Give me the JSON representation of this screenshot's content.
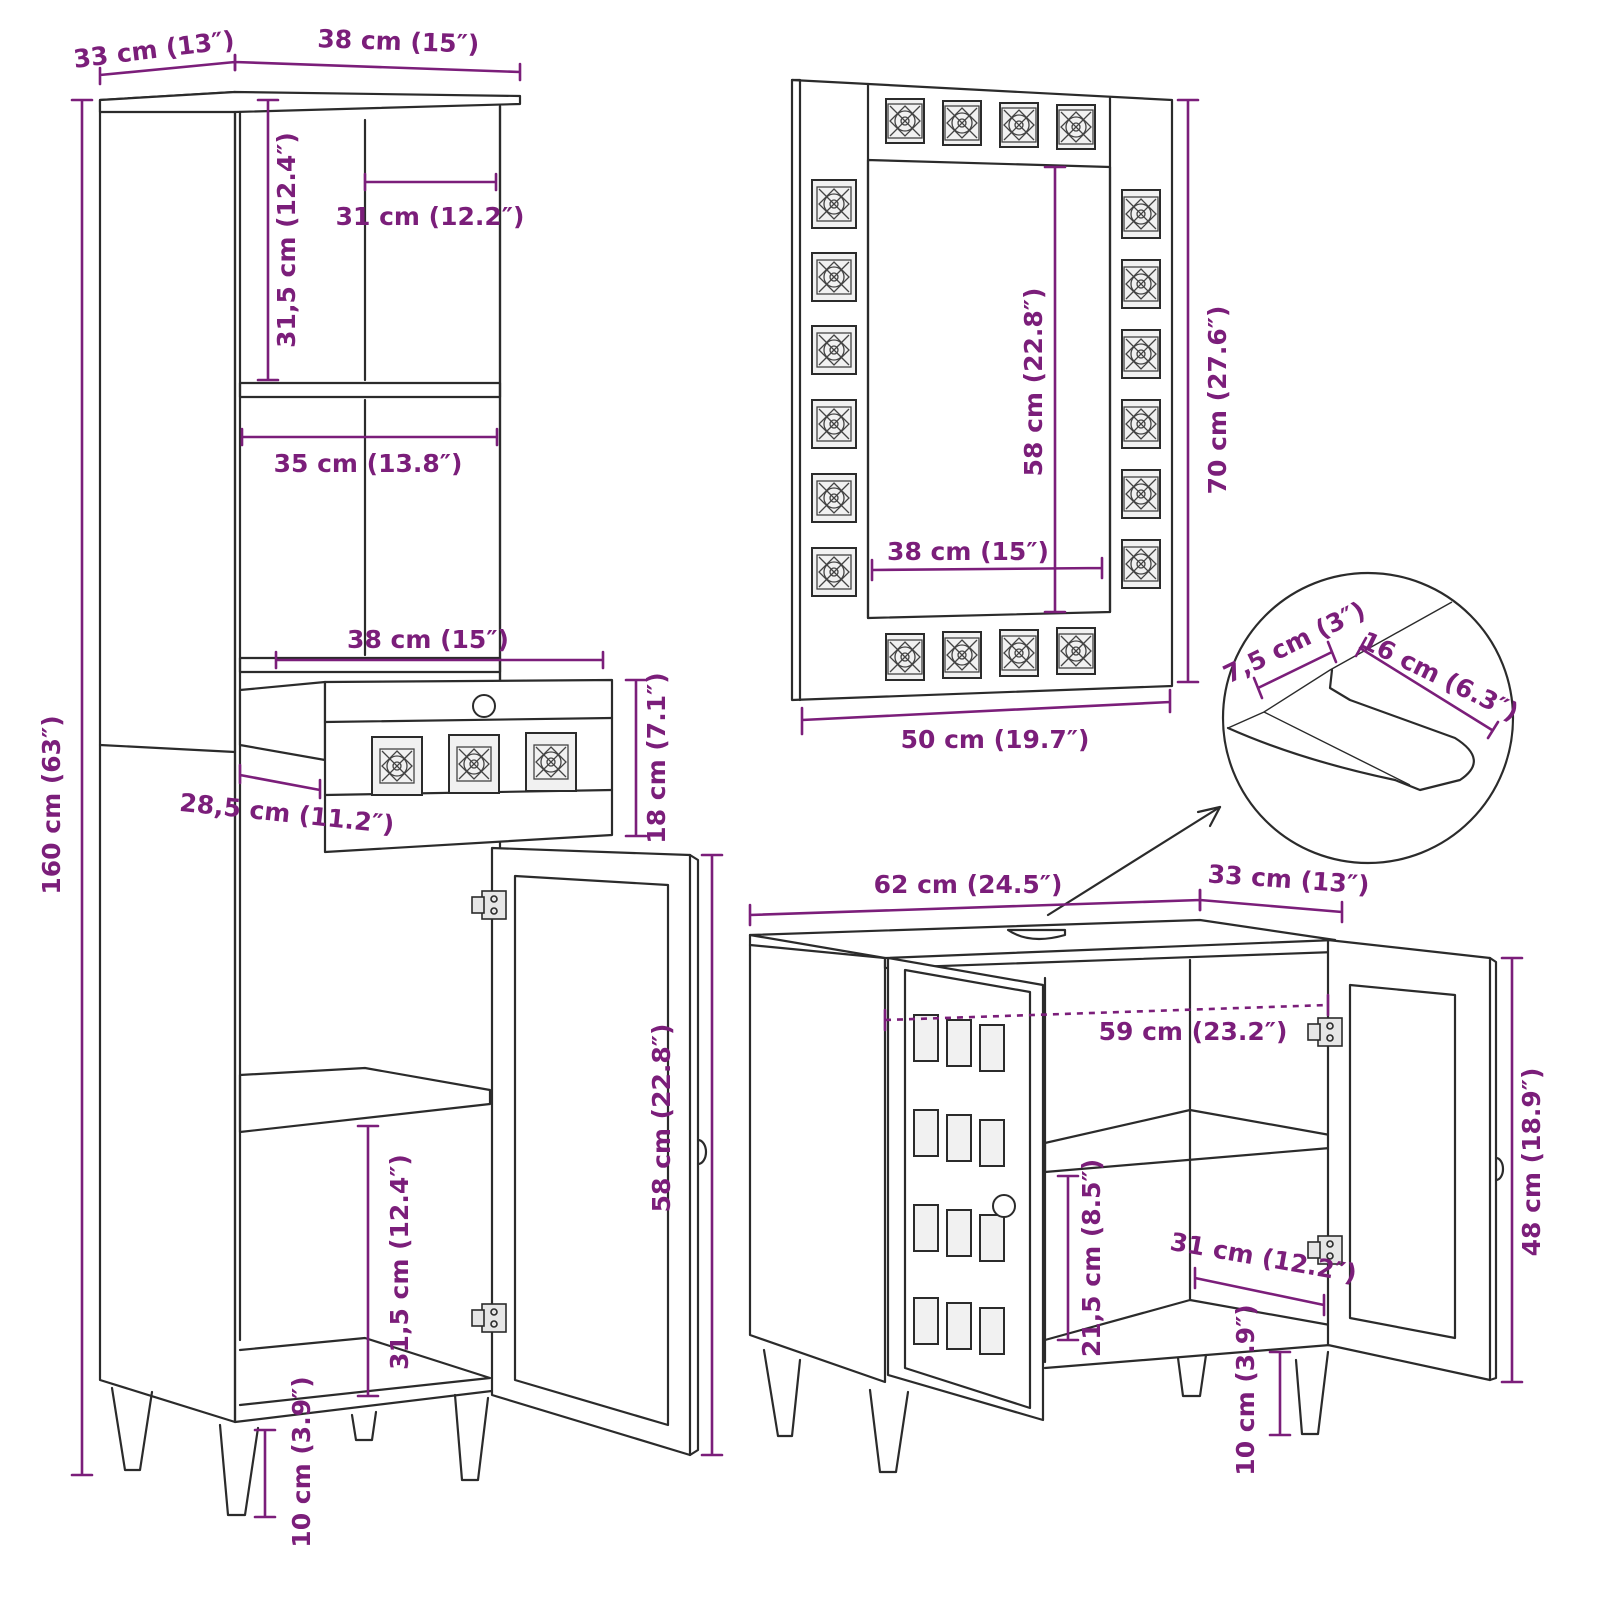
{
  "title": "",
  "accent_color": "#7b1e7a",
  "line_color": "#2b2b2b",
  "tall_cabinet": {
    "depth": "33 cm (13″)",
    "width": "38 cm (15″)",
    "upper_shelf_height": "31,5 cm (12.4″)",
    "upper_inner_width": "31 cm (12.2″)",
    "middle_inner_width": "35 cm (13.8″)",
    "drawer_width": "38 cm (15″)",
    "drawer_height": "18 cm (7.1″)",
    "drawer_depth": "28,5 cm (11.2″)",
    "total_height": "160 cm (63″)",
    "door_height": "58 cm (22.8″)",
    "lower_shelf_height": "31,5 cm (12.4″)",
    "leg_height": "10 cm (3.9″)"
  },
  "mirror": {
    "inner_height": "58 cm (22.8″)",
    "outer_height": "70 cm (27.6″)",
    "inner_width": "38 cm (15″)",
    "outer_width": "50 cm (19.7″)"
  },
  "cutout_detail": {
    "depth": "7,5 cm (3″)",
    "width": "16 cm (6.3″)"
  },
  "sink_cabinet": {
    "width": "62 cm (24.5″)",
    "depth": "33 cm (13″)",
    "inner_width": "59 cm (23.2″)",
    "height": "48 cm (18.9″)",
    "shelf_height": "21,5 cm (8.5″)",
    "shelf_depth": "31 cm (12.2″)",
    "leg_height": "10 cm (3.9″)"
  }
}
